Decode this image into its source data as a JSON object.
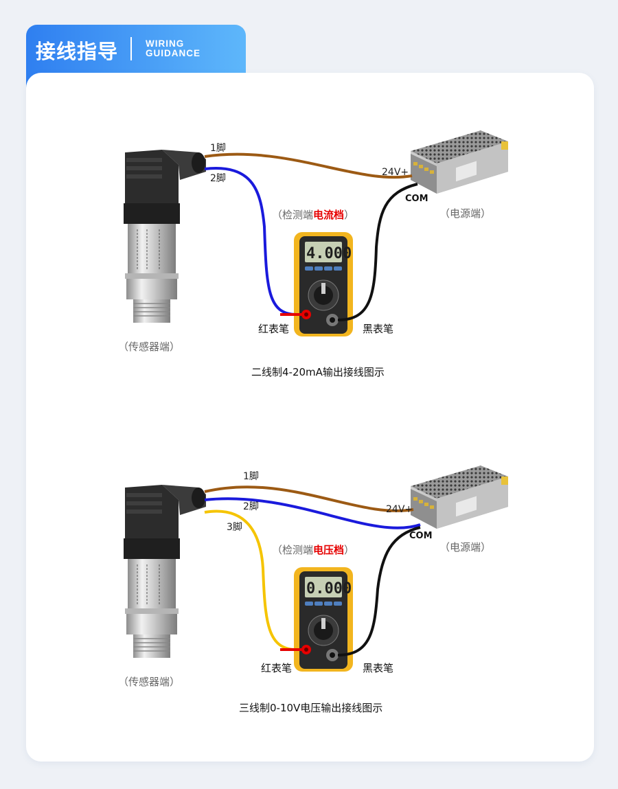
{
  "header": {
    "title": "接线指导",
    "subtitle_line1": "WIRING",
    "subtitle_line2": "GUIDANCE"
  },
  "diagrams": [
    {
      "pin1": "1脚",
      "pin2": "2脚",
      "supply_pos": "24V+",
      "supply_com": "COM",
      "detect_prefix": "（检测端",
      "detect_mode": "电流档",
      "detect_suffix": "）",
      "power_label": "（电源端）",
      "sensor_label": "（传感器端）",
      "red_probe": "红表笔",
      "black_probe": "黑表笔",
      "meter_reading": "4.000",
      "caption": "二线制4-20mA输出接线图示"
    },
    {
      "pin1": "1脚",
      "pin2": "2脚",
      "pin3": "3脚",
      "supply_pos": "24V+",
      "supply_com": "COM",
      "detect_prefix": "（检测端",
      "detect_mode": "电压档",
      "detect_suffix": "）",
      "power_label": "（电源端）",
      "sensor_label": "（传感器端）",
      "red_probe": "红表笔",
      "black_probe": "黑表笔",
      "meter_reading": "0.000",
      "caption": "三线制0-10V电压输出接线图示"
    }
  ],
  "colors": {
    "wire_brown": "#9c5a14",
    "wire_blue": "#1a1adc",
    "wire_yellow": "#f5c400",
    "wire_black": "#111111",
    "highlight_red": "#e60000",
    "meter_case": "#f2b51f",
    "header_gradient_start": "#2f7ff0",
    "header_gradient_end": "#5eb7fb"
  }
}
